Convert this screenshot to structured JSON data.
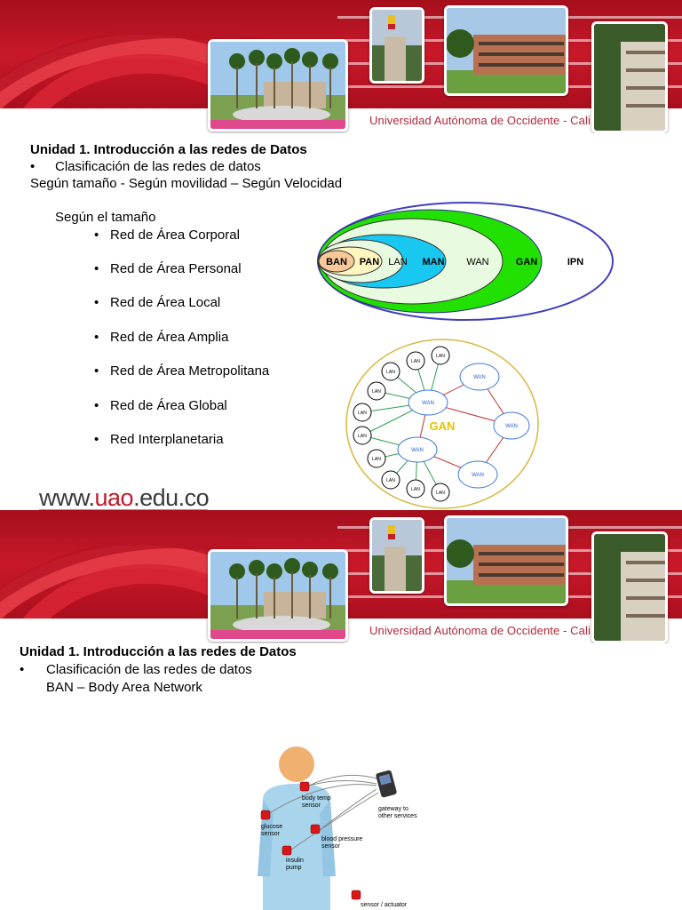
{
  "university": "Universidad Autónoma de Occidente - Cali",
  "slide1": {
    "title": "Unidad 1. Introducción a las redes de Datos",
    "bullet": "Clasificación de las redes de datos",
    "subtitle": "Según tamaño -  Según movilidad – Según Velocidad",
    "section": "Según el tamaño",
    "items": [
      "Red de Área Corporal",
      "Red de Área Personal",
      "Red de Área Local",
      "Red de Área Amplia",
      "Red de Área Metropolitana",
      "Red  de Área Global",
      "Red Interplanetaria"
    ],
    "ellipses": {
      "ban": "BAN",
      "pan": "PAN",
      "lan": "LAN",
      "man": "MAN",
      "wan": "WAN",
      "gan": "GAN",
      "ipn": "IPN"
    },
    "network": {
      "center_label": "GAN",
      "wan_label": "WAN",
      "lan_label": "LAN"
    },
    "url_prefix": "www.",
    "url_mid": "uao",
    "url_suffix": ".edu.co"
  },
  "slide2": {
    "title": "Unidad 1. Introducción a las redes de Datos",
    "bullet": "Clasificación de las redes de datos",
    "subtitle": "BAN – Body Area Network",
    "labels": {
      "body_temp": "body temp",
      "sensor": "sensor",
      "glucose": "glucose",
      "glucose_sensor": "sensor",
      "blood_pressure": "blood pressure",
      "bp_sensor": "sensor",
      "insulin": "insulin",
      "pump": "pump",
      "gateway": "gateway to",
      "other_services": "other services",
      "actuator": "sensor / actuator"
    }
  },
  "colors": {
    "banner_red": "#c8192a",
    "ellipse_green": "#22e000",
    "ellipse_cyan": "#18c8f0",
    "ellipse_blue": "#4040c0",
    "gan_yellow": "#e8c000"
  }
}
